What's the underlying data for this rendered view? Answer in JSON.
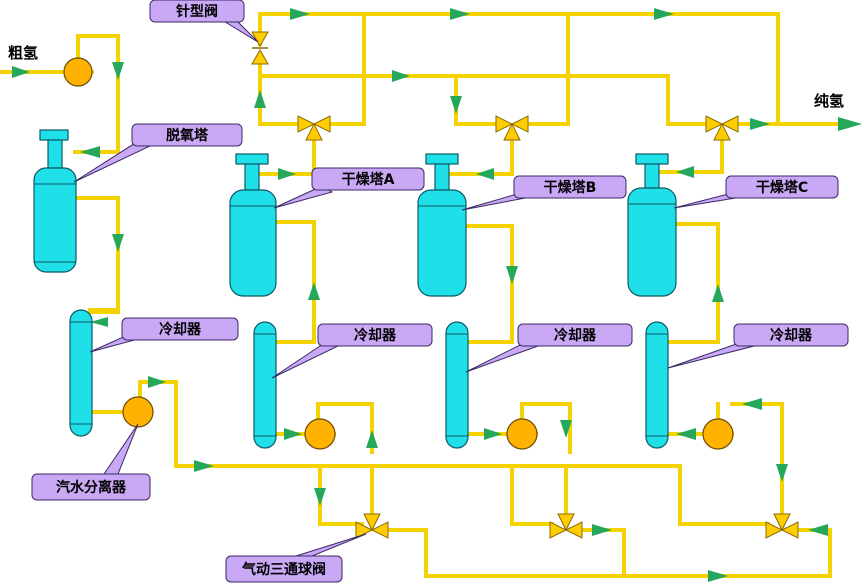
{
  "labels": {
    "needle_valve": "针型阀",
    "crude_h2": "粗氢",
    "deoxy_tower": "脱氧塔",
    "dryer_a": "干燥塔A",
    "dryer_b": "干燥塔B",
    "dryer_c": "干燥塔C",
    "pure_h2": "纯氢",
    "cooler_main": "冷却器",
    "cooler_a": "冷却器",
    "cooler_b": "冷却器",
    "cooler_c": "冷却器",
    "separator": "汽水分离器",
    "pneumatic_valve": "气动三通球阀"
  },
  "colors": {
    "pipe": "#f5d300",
    "arrow": "#25a85a",
    "vessel": "#1fe0e8",
    "pump": "#ffb300",
    "callout": "#c9a8f5"
  }
}
